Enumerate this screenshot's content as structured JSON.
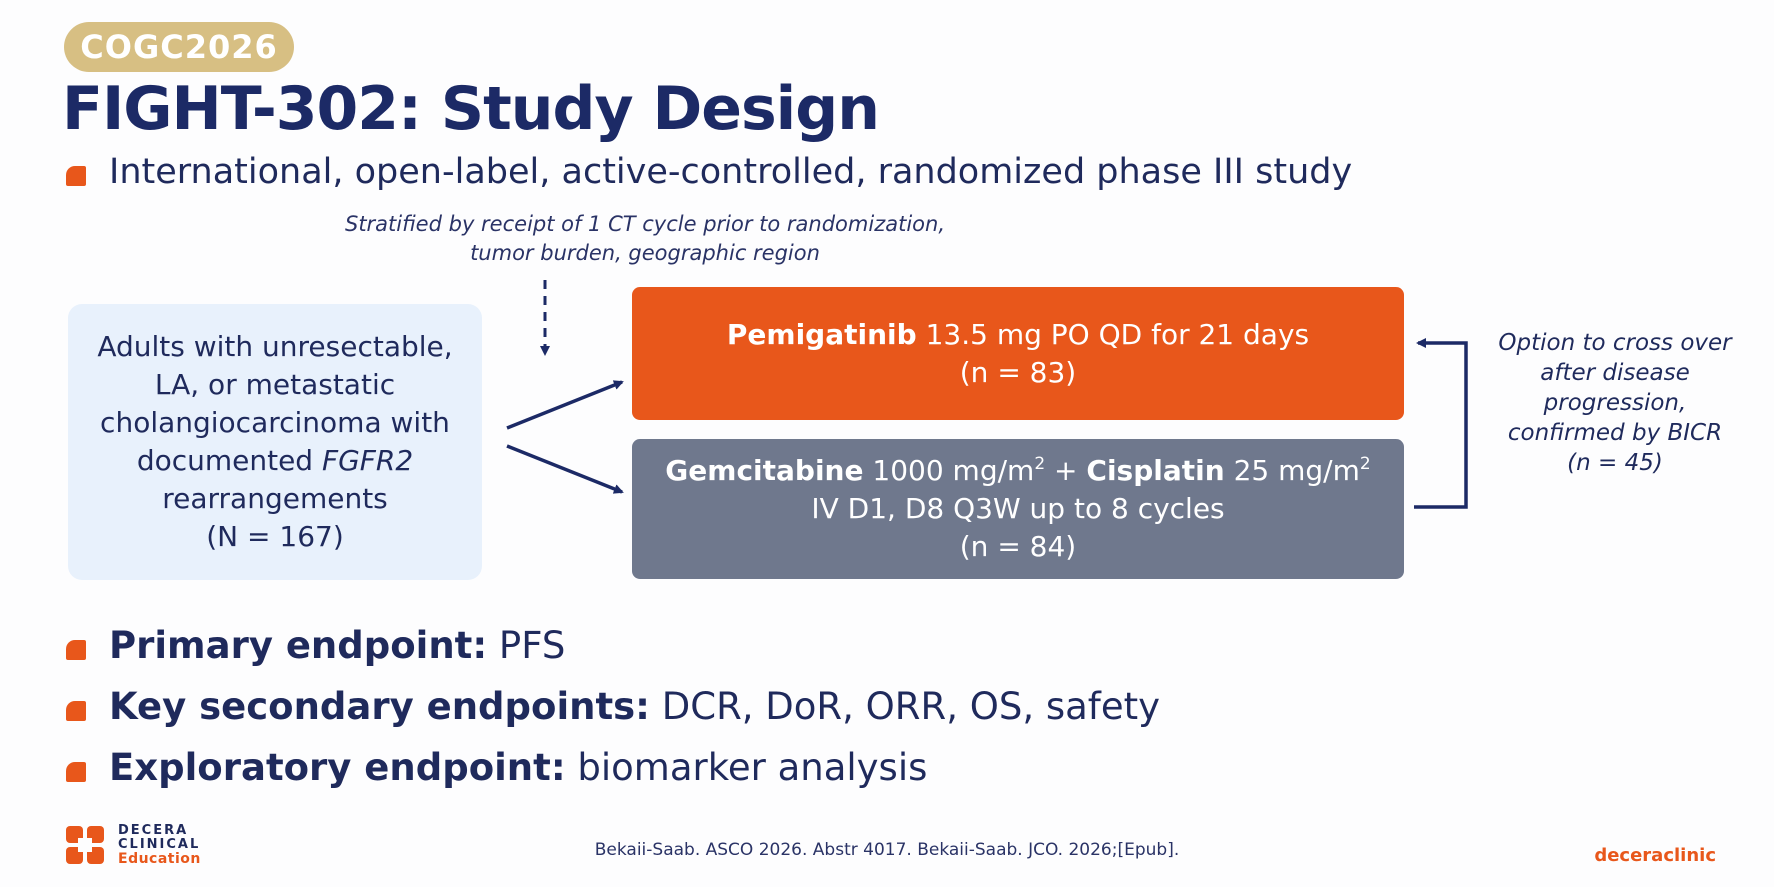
{
  "badge": "COGC2026",
  "title": "FIGHT-302: Study Design",
  "intro": "International, open-label, active-controlled, randomized phase III study",
  "stratification": {
    "line1": "Stratified by receipt of 1 CT cycle prior to randomization,",
    "line2": "tumor burden, geographic region"
  },
  "population": {
    "line1": "Adults with unresectable,",
    "line2": "LA, or metastatic",
    "line3": "cholangiocarcinoma with",
    "line4_pre": "documented ",
    "line4_gene": "FGFR2",
    "line5": "rearrangements",
    "line6": "(N = 167)"
  },
  "arm1": {
    "drug": "Pemigatinib",
    "dose": " 13.5 mg PO QD for 21 days",
    "n": "(n = 83)"
  },
  "arm2": {
    "drug1": "Gemcitabine",
    "dose1": " 1000 mg/m",
    "sup1": "2",
    "plus": " + ",
    "drug2": "Cisplatin",
    "dose2": " 25 mg/m",
    "sup2": "2",
    "schedule": "IV D1, D8 Q3W up to 8 cycles",
    "n": "(n = 84)"
  },
  "crossover": {
    "line1": "Option to cross over",
    "line2": "after disease",
    "line3": "progression,",
    "line4": "confirmed by BICR",
    "line5": "(n = 45)"
  },
  "endpoints": [
    {
      "label": "Primary endpoint:",
      "value": " PFS"
    },
    {
      "label": "Key secondary endpoints:",
      "value": " DCR, DoR, ORR, OS, safety"
    },
    {
      "label": "Exploratory endpoint:",
      "value": " biomarker analysis"
    }
  ],
  "footer": {
    "logo_line1": "DECERA",
    "logo_line2": "CLINICAL",
    "logo_line3": "Education",
    "citation": "Bekaii-Saab. ASCO 2026. Abstr 4017. Bekaii-Saab. JCO. 2026;[Epub].",
    "brand": "deceraclinic"
  },
  "colors": {
    "accent": "#e8571b",
    "navy": "#1c2a66",
    "gold": "#d7bf83",
    "arm2": "#6f788d",
    "population_box": "#e8f1fc"
  }
}
